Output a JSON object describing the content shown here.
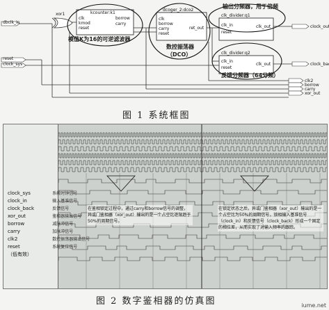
{
  "figure1": {
    "caption": "图 1   系统框图",
    "ports_left": [
      "dbclk_in",
      "reset",
      "clock_sys"
    ],
    "ports_right": [
      "clock_out",
      "clock_back",
      "clk2",
      "borrow",
      "carry",
      "xor_out"
    ],
    "xor_label": "xor1",
    "blocks": [
      {
        "title": "kcounter:k1",
        "pins_left": [
          "clk",
          "kmod",
          "reset"
        ],
        "pins_right": [
          "borrow",
          "carry"
        ]
      },
      {
        "title": "dcoger_2:dco2",
        "pins_left": [
          "clk",
          "borrow",
          "carry",
          "reset"
        ],
        "pins_right": [
          "ret_out"
        ]
      },
      {
        "title": "clk_divider:q1",
        "pins_left": [
          "clk_in",
          "reset"
        ],
        "pins_right": [
          "clk_out"
        ]
      },
      {
        "title": "clk_divider:q2",
        "pins_left": [
          "clk_in",
          "reset"
        ],
        "pins_right": [
          "clk_out"
        ]
      }
    ],
    "annotations": {
      "k_counter": "模值K为16的可逆滤波器",
      "dco": "数控振荡器",
      "dco_abbr": "（DCO）",
      "out_divider": "输出分频器，用于倍频",
      "fb_divider": "反馈分频器（64分频）"
    }
  },
  "figure2": {
    "caption": "图 2   数字鉴相器的仿真图",
    "signals": [
      {
        "name": "clock_sys",
        "desc": "系统时钟信号"
      },
      {
        "name": "clock_in",
        "desc": "输入基准信号"
      },
      {
        "name": "clock_back",
        "desc": "反馈信号"
      },
      {
        "name": "xor_out",
        "desc": "鉴相器输出信号"
      },
      {
        "name": "borrow",
        "desc": "减脉冲信号"
      },
      {
        "name": "carry",
        "desc": "加脉冲信号"
      },
      {
        "name": "clk2",
        "desc": "数控振荡器输出信号"
      },
      {
        "name": "reset",
        "desc": "系统复位信号"
      }
    ],
    "extra_label": "（低有效）",
    "notes": [
      "在鉴相锁定过程中，通过carry和borrow信号的调整，异或门鉴相器（xor_out）输出的是一个占空比逐渐趋于50%的周期信号。",
      "在锁定状态之后，异或门鉴相器（xor_out）输出的是一个占空比为50%的周期信号，锁相输入基准信号（clock_in）和反馈信号（clock_back）形成一个固定的相位差，从而实现了对输入频率的跟踪。"
    ]
  },
  "watermark": "iume.net"
}
